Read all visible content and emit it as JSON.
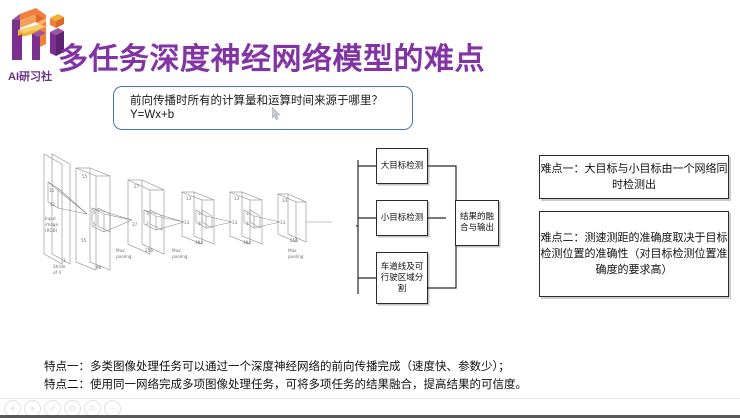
{
  "brand": {
    "logo_name": "ai-yanxishe-logo",
    "caption": "AI研习社",
    "purple": "#7b2f8f",
    "orange": "#f2803c",
    "yellow": "#f2b230"
  },
  "slide": {
    "title": "多任务深度神经网络模型的难点",
    "title_color": "#8334a4",
    "callout": {
      "line1": "前向传播时所有的计算量和运算时间来源于哪里？",
      "line2": "Y=Wx+b",
      "border_color": "#4472c4"
    },
    "cnn_diagram": {
      "name": "alexnet-architecture-diagram",
      "labels": {
        "input": "Input",
        "input2": "image",
        "input3": "(RGB)",
        "stride1": "Stride",
        "stride2": "of 4",
        "maxpool1a": "Max",
        "maxpool1b": "pooling",
        "maxpool2a": "Max",
        "maxpool2b": "pooling",
        "maxpool3a": "Max",
        "maxpool3b": "pooling"
      },
      "dims": {
        "d3": "3",
        "d11a": "11",
        "d11b": "11",
        "d55a": "55",
        "d55b": "55",
        "d96": "96",
        "d5a": "5",
        "d5b": "5",
        "d27a": "27",
        "d27b": "27",
        "d256a": "256",
        "d3a": "3",
        "d3b": "3",
        "d13a": "13",
        "d13b": "13",
        "d384a": "384",
        "d3c": "3",
        "d3d": "3",
        "d13c": "13",
        "d13d": "13",
        "d384b": "384",
        "d13e": "13",
        "d13f": "13",
        "d256b": "256"
      }
    },
    "tasks": [
      {
        "id": "task-big",
        "label": "大目标\n检测"
      },
      {
        "id": "task-small",
        "label": "小目标\n检测"
      },
      {
        "id": "task-lane",
        "label": "车道线\n及可行\n驶区域\n分割"
      }
    ],
    "task_big_label": "大目标检测",
    "task_small_label": "小目标检测",
    "task_lane_label": "车道线及可行驶区域分割",
    "fusion_label": "结果的融合与输出",
    "difficulties": [
      {
        "id": "diff-1",
        "text": "难点一：大目标与小目标由一个网络同时检测出"
      },
      {
        "id": "diff-2",
        "text": "难点二：测速测距的准确度取决于目标检测位置的准确性（对目标检测位置准确度的要求高）"
      }
    ],
    "difficulty_1": "难点一：大目标与小目标由一个网络同时检测出",
    "difficulty_2": "难点二：测速测距的准确度取决于目标检测位置的准确性（对目标检测位置准确度的要求高）",
    "features": [
      "特点一：多类图像处理任务可以通过一个深度神经网络的前向传播完成（速度快、参数少）；",
      "特点二：使用同一网络完成多项图像处理任务，可将多项任务的结果融合，提高结果的可信度。"
    ],
    "feature_1": "特点一：多类图像处理任务可以通过一个深度神经网络的前向传播完成（速度快、参数少）；",
    "feature_2": "特点二：使用同一网络完成多项图像处理任务，可将多项任务的结果融合，提高结果的可信度。"
  },
  "toolbar": {
    "buttons": [
      {
        "name": "previous-slide-icon",
        "glyph": "◁"
      },
      {
        "name": "play-slide-icon",
        "glyph": "▷"
      },
      {
        "name": "pen-annotate-icon",
        "glyph": "✎"
      },
      {
        "name": "slide-overview-icon",
        "glyph": "▤"
      },
      {
        "name": "zoom-search-icon",
        "glyph": "⌕"
      },
      {
        "name": "more-options-icon",
        "glyph": "…"
      }
    ]
  }
}
